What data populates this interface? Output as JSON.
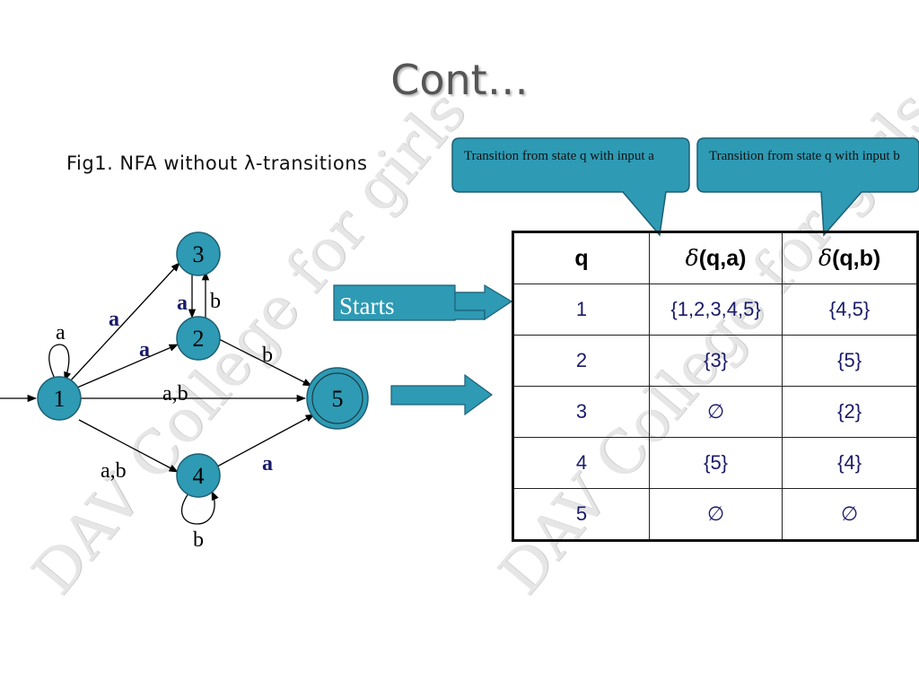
{
  "slide": {
    "title": "Cont…",
    "caption": "Fig1. NFA without λ-transitions",
    "watermark_left": "DAV College for girls",
    "watermark_right": "DAV College for girls"
  },
  "callouts": [
    {
      "text": "Transition from state q with input a"
    },
    {
      "text": "Transition from state q with input b"
    }
  ],
  "starts_label": "Starts",
  "nfa": {
    "states": [
      "1",
      "2",
      "3",
      "4",
      "5"
    ],
    "start_state": "1",
    "final_states": [
      "5"
    ],
    "edge_labels": {
      "loop_1": "a",
      "e_1_3": "a",
      "e_1_2": "a",
      "e_3_2": "a",
      "e_2_3": "b",
      "e_2_5": "b",
      "e_1_5": "a,b",
      "e_1_4": "a,b",
      "e_4_5": "a",
      "loop_4": "b"
    }
  },
  "table": {
    "headers": {
      "q": "q",
      "delta": "δ",
      "qa": "(q,a)",
      "qb": "(q,b)"
    },
    "rows": [
      {
        "q": "1",
        "a": "{1,2,3,4,5}",
        "b": "{4,5}"
      },
      {
        "q": "2",
        "a": "{3}",
        "b": "{5}"
      },
      {
        "q": "3",
        "a": "∅",
        "b": "{2}"
      },
      {
        "q": "4",
        "a": "{5}",
        "b": "{4}"
      },
      {
        "q": "5",
        "a": "∅",
        "b": "∅"
      }
    ]
  },
  "colors": {
    "node_fill": "#2E9AB4",
    "callout_fill": "#2E9AB4",
    "arrow_fill": "#2E9AB4",
    "table_text": "#1a1a6a"
  }
}
